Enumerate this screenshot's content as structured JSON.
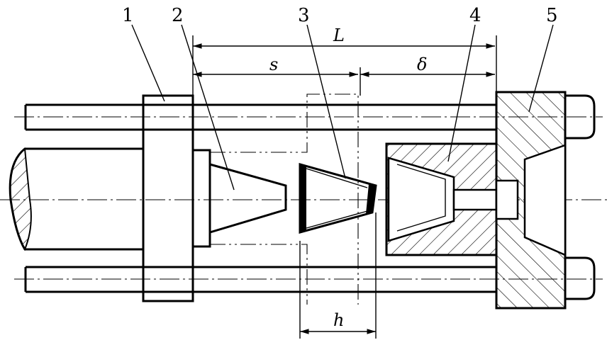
{
  "diagram": {
    "part_labels": [
      "1",
      "2",
      "3",
      "4",
      "5"
    ],
    "dimensions": {
      "total": "L",
      "stroke": "s",
      "gap": "δ",
      "part_height": "h"
    }
  },
  "colors": {
    "line": "#000000",
    "background": "#ffffff"
  }
}
